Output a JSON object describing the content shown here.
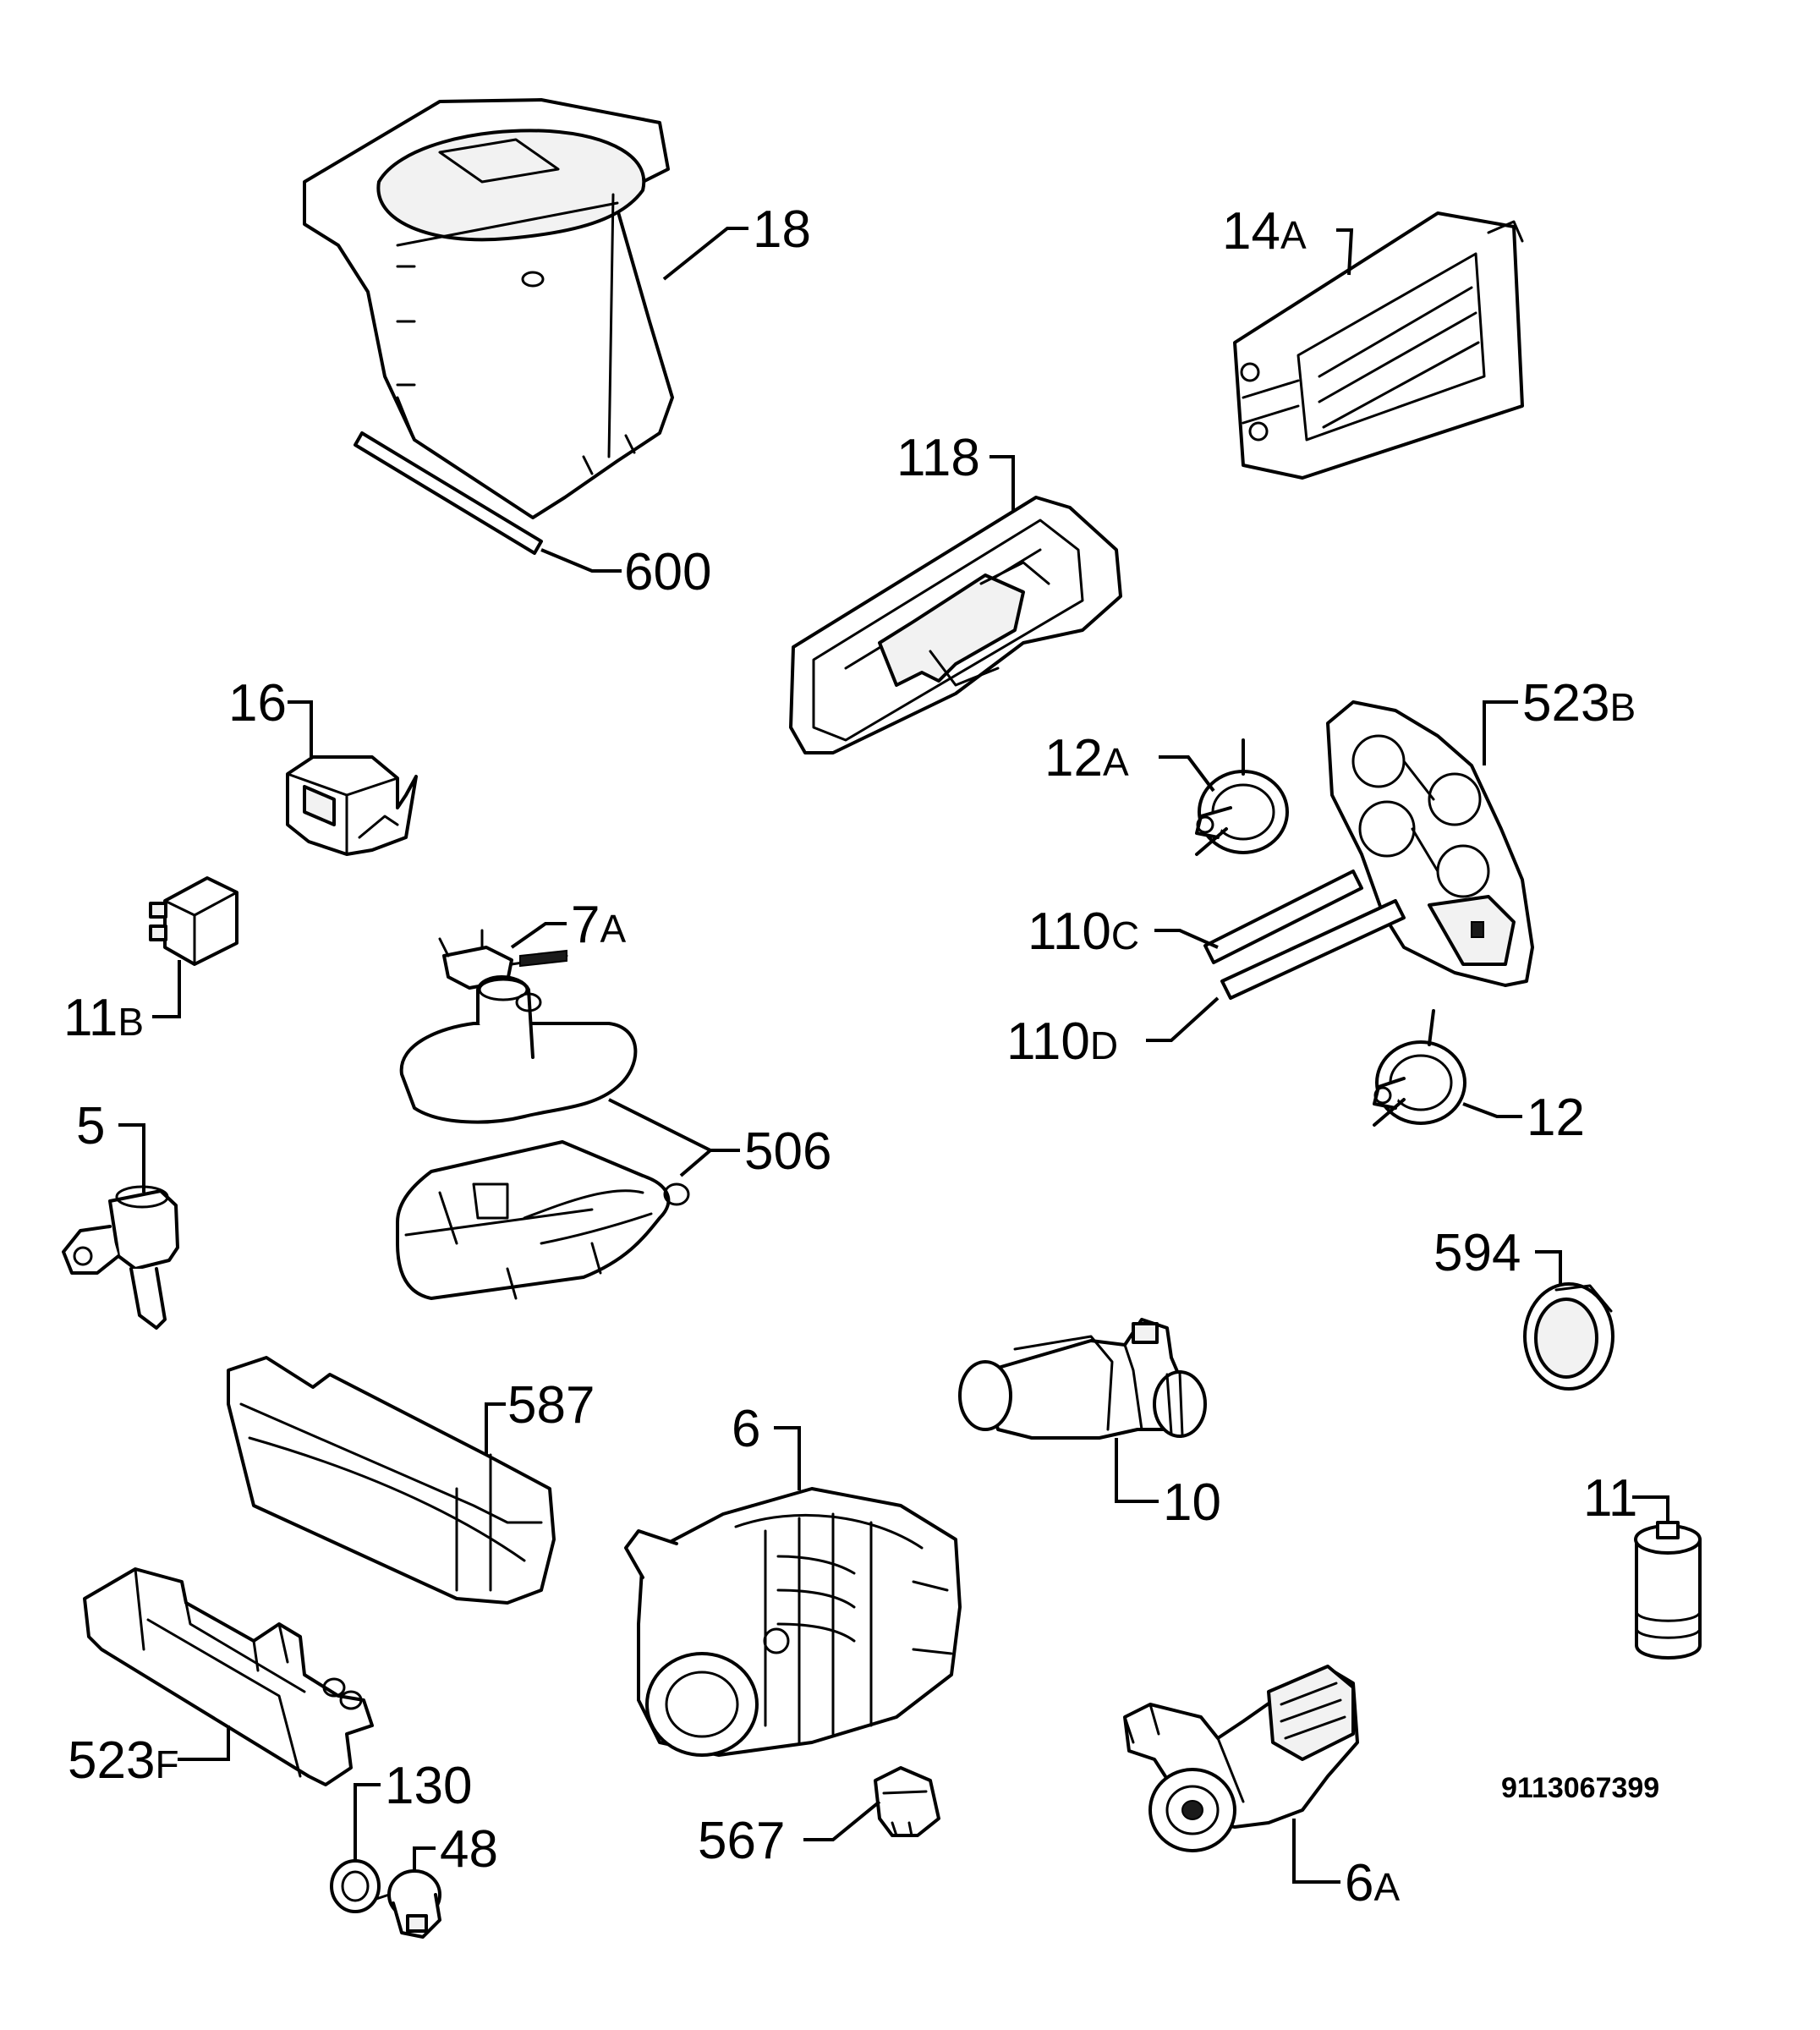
{
  "diagram": {
    "document_number": "9113067399",
    "parts": [
      {
        "id": "p18",
        "number": "18",
        "suffix": ""
      },
      {
        "id": "p600",
        "number": "600",
        "suffix": ""
      },
      {
        "id": "p14a",
        "number": "14",
        "suffix": "A"
      },
      {
        "id": "p118",
        "number": "118",
        "suffix": ""
      },
      {
        "id": "p16",
        "number": "16",
        "suffix": ""
      },
      {
        "id": "p523b",
        "number": "523",
        "suffix": "B"
      },
      {
        "id": "p12a",
        "number": "12",
        "suffix": "A"
      },
      {
        "id": "p11b",
        "number": "11",
        "suffix": "B"
      },
      {
        "id": "p7a",
        "number": "7",
        "suffix": "A"
      },
      {
        "id": "p110c",
        "number": "110",
        "suffix": "C"
      },
      {
        "id": "p110d",
        "number": "110",
        "suffix": "D"
      },
      {
        "id": "p12",
        "number": "12",
        "suffix": ""
      },
      {
        "id": "p5",
        "number": "5",
        "suffix": ""
      },
      {
        "id": "p506",
        "number": "506",
        "suffix": ""
      },
      {
        "id": "p594",
        "number": "594",
        "suffix": ""
      },
      {
        "id": "p587",
        "number": "587",
        "suffix": ""
      },
      {
        "id": "p6",
        "number": "6",
        "suffix": ""
      },
      {
        "id": "p10",
        "number": "10",
        "suffix": ""
      },
      {
        "id": "p11",
        "number": "11",
        "suffix": ""
      },
      {
        "id": "p523f",
        "number": "523",
        "suffix": "F"
      },
      {
        "id": "p130",
        "number": "130",
        "suffix": ""
      },
      {
        "id": "p48",
        "number": "48",
        "suffix": ""
      },
      {
        "id": "p567",
        "number": "567",
        "suffix": ""
      },
      {
        "id": "p6a",
        "number": "6",
        "suffix": "A"
      }
    ]
  }
}
